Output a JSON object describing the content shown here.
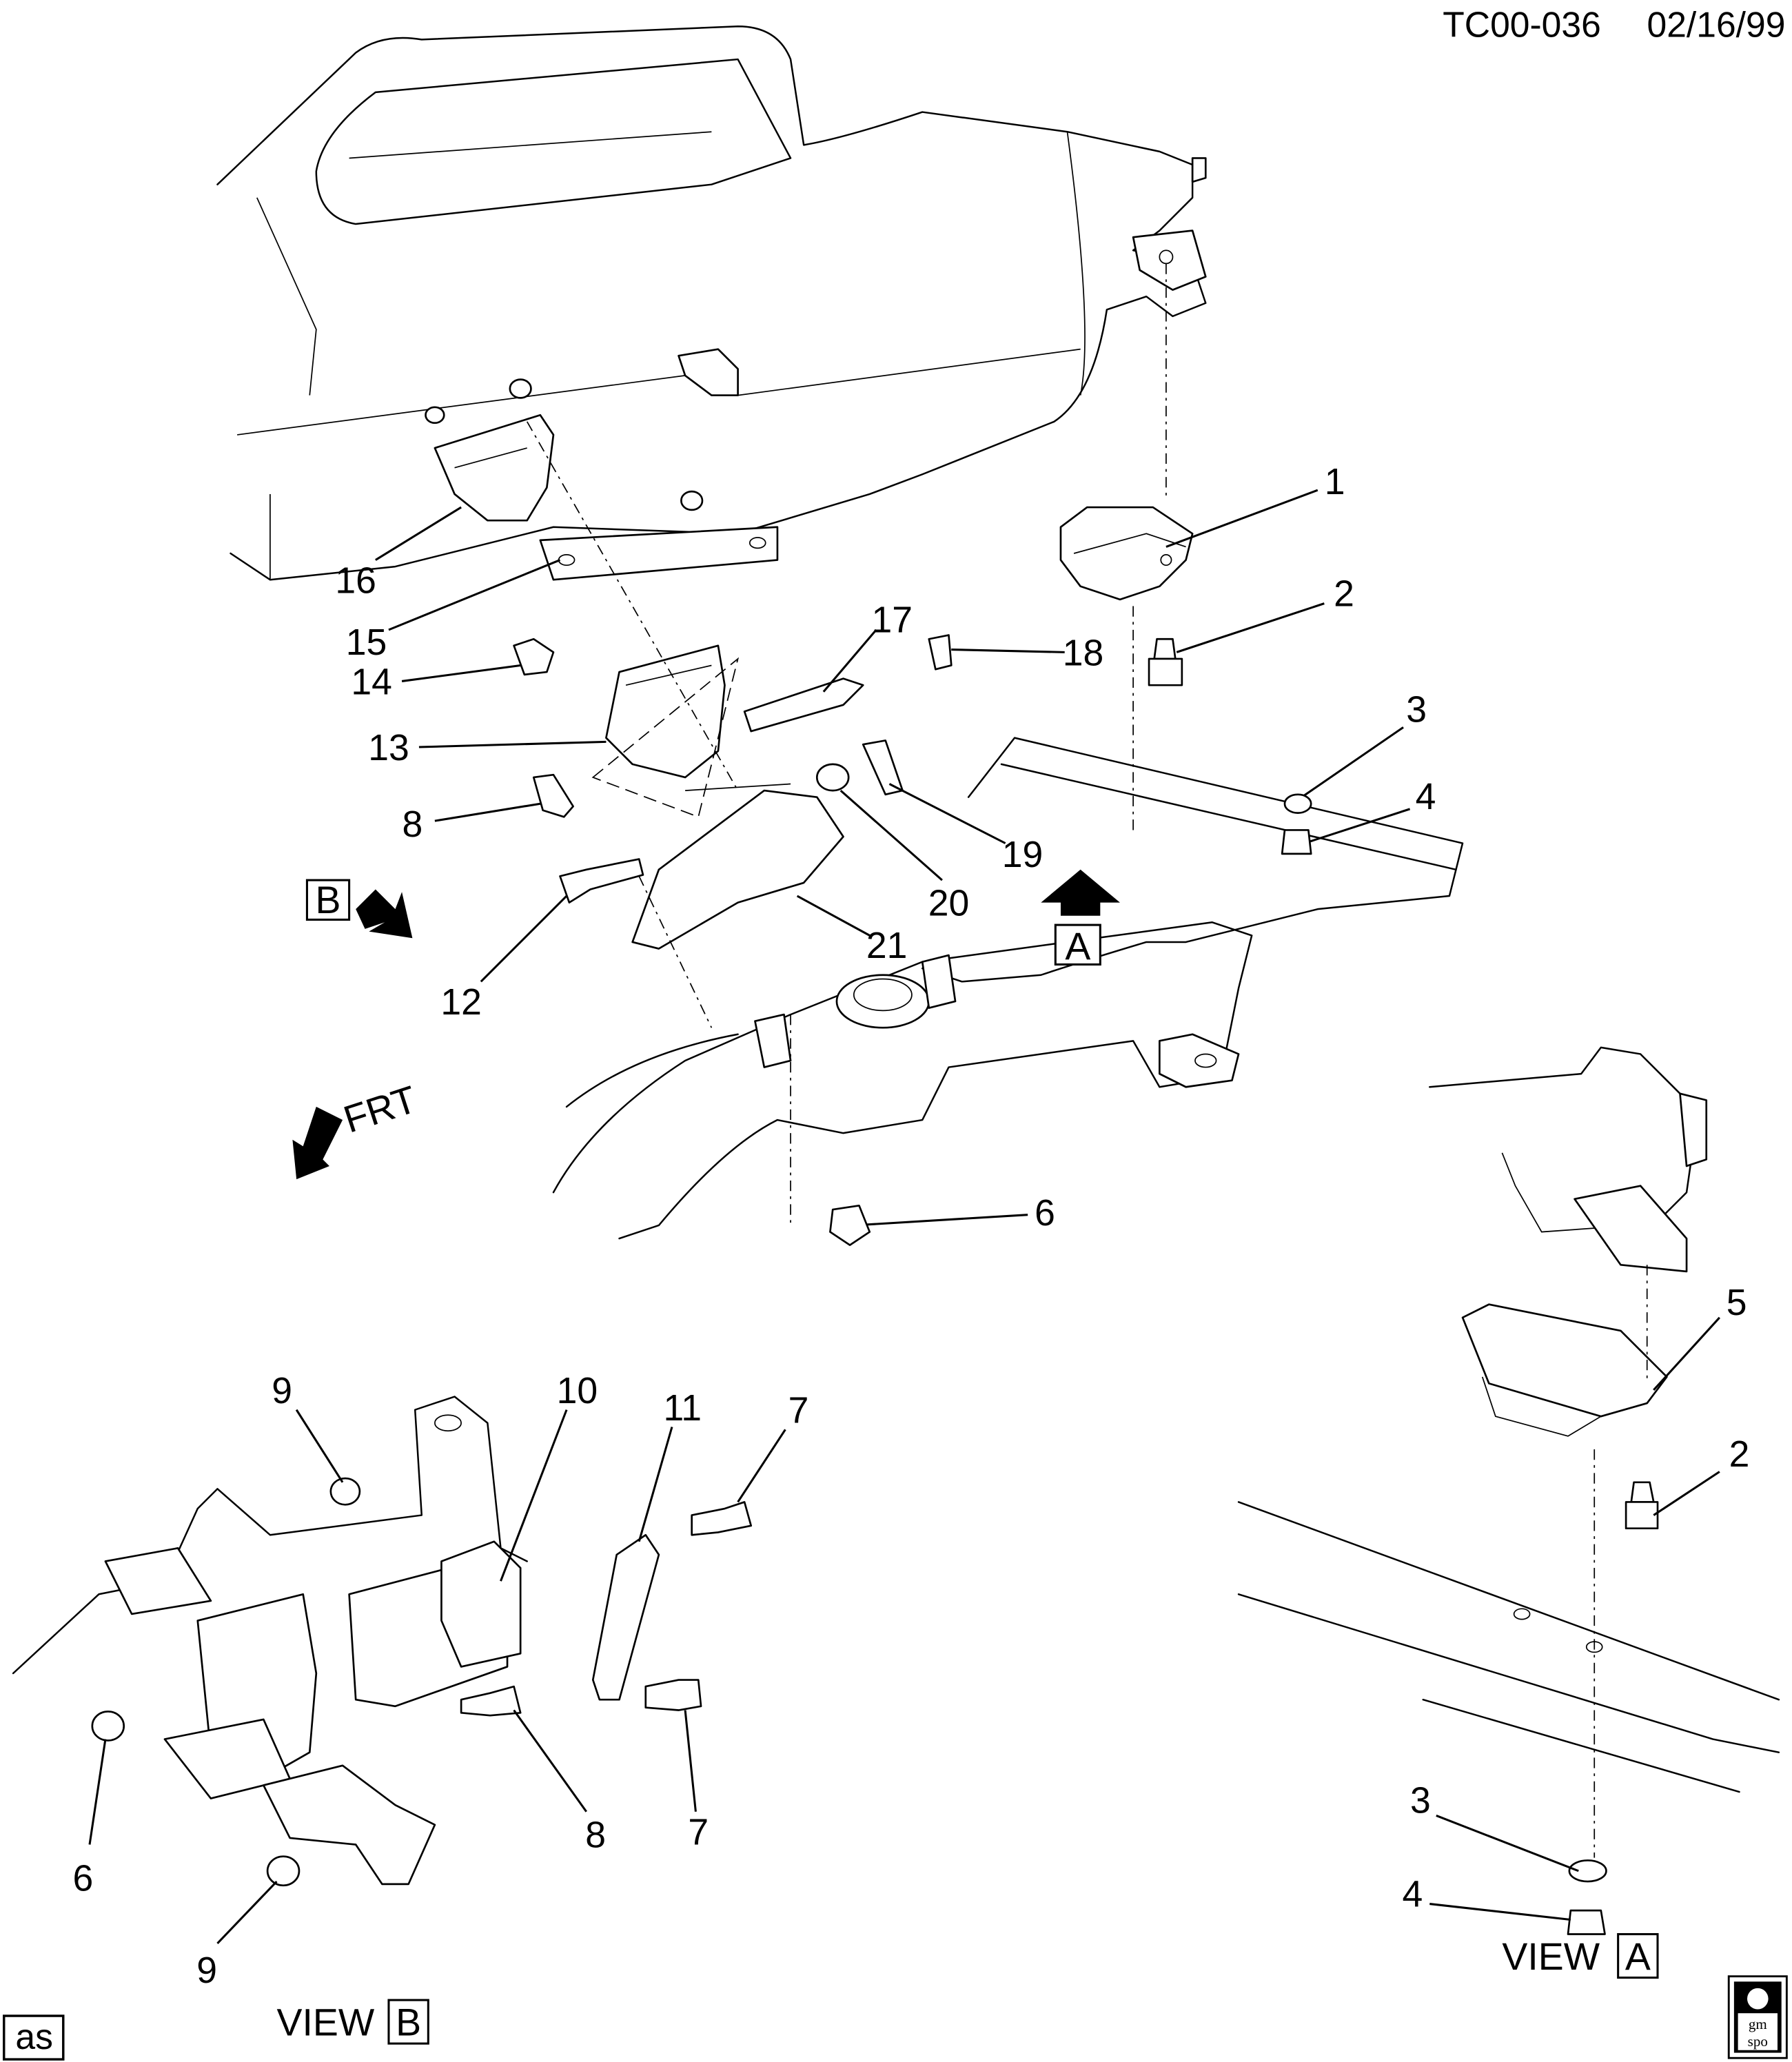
{
  "header": {
    "drawing_id": "TC00-036",
    "date": "02/16/99"
  },
  "callouts": {
    "c1": "1",
    "c2": "2",
    "c3": "3",
    "c4": "4",
    "c5": "5",
    "c2b": "2",
    "c3b": "3",
    "c4b": "4",
    "c6": "6",
    "c16": "16",
    "c15": "15",
    "c14": "14",
    "c13": "13",
    "c17": "17",
    "c18": "18",
    "c8": "8",
    "c19": "19",
    "c20": "20",
    "c21": "21",
    "c12": "12",
    "c9": "9",
    "c10": "10",
    "c11": "11",
    "c7": "7",
    "c6b": "6",
    "c8b": "8",
    "c7b": "7",
    "c9b": "9"
  },
  "markers": {
    "view_a_box": "A",
    "view_b_box": "B",
    "front": "FRT"
  },
  "views": {
    "view_label": "VIEW",
    "view_a": "A",
    "view_b": "B"
  },
  "footer": {
    "artist_code": "as",
    "logo_top": "gm",
    "logo_bottom": "spo"
  }
}
